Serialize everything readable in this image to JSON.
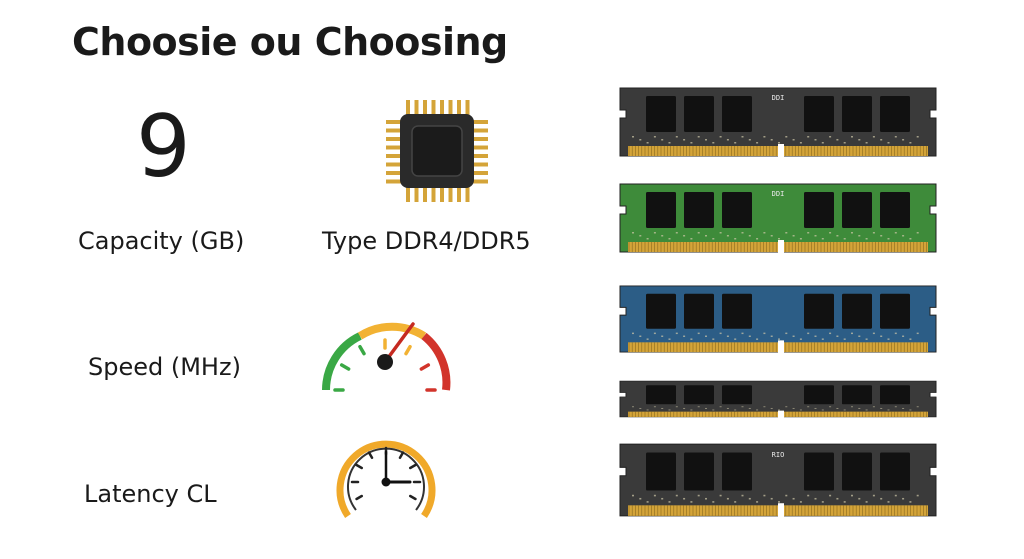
{
  "title": "Choosie ou Choosing",
  "capacity": {
    "value": "9",
    "label": "Capacity (GB)"
  },
  "type": {
    "label": "Type DDR4/DDR5",
    "icon": "cpu-chip-icon"
  },
  "speed": {
    "label": "Speed (MHz)",
    "icon": "speedometer-gauge-icon"
  },
  "latency": {
    "label": "Latency CL",
    "icon": "clock-icon"
  },
  "ram_modules": [
    {
      "color": "#3a3a3a",
      "label": "DDI"
    },
    {
      "color": "#3e8b3a",
      "label": "DDI"
    },
    {
      "color": "#2c5d86",
      "label": ""
    },
    {
      "color": "#3a3a3a",
      "label": ""
    },
    {
      "color": "#3a3a3a",
      "label": "RIO"
    }
  ],
  "colors": {
    "gauge_green": "#3aa845",
    "gauge_yellow": "#f2b233",
    "gauge_red": "#d2342b",
    "clock_ring": "#f0a92a",
    "gold_pins": "#d4a439"
  }
}
